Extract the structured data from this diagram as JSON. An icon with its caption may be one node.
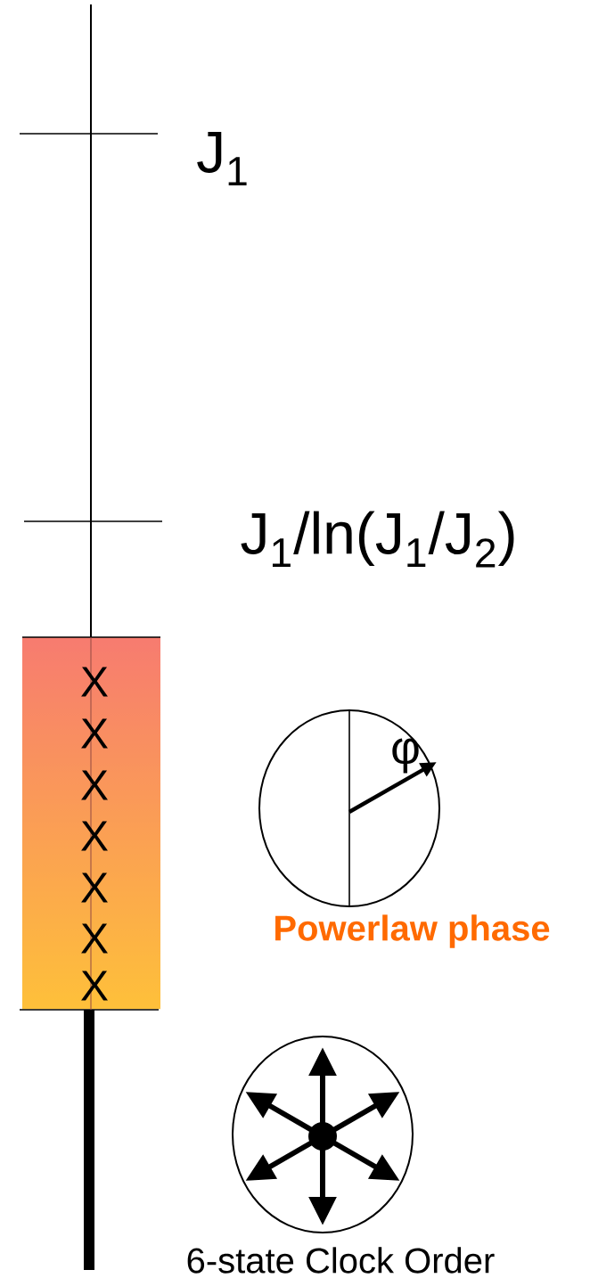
{
  "diagram": {
    "nodes": [
      {
        "text": [
          "X",
          "X",
          "X",
          "X",
          "X",
          "X",
          "X"
        ]
      },
      {
        "text": [
          "φ"
        ],
        "beside": [
          "Powerlaw phase"
        ]
      },
      {
        "text": [],
        "shape": "circle",
        "beside": [
          "6-state Clock Order"
        ]
      }
    ],
    "labels": [
      "J$_{1}$",
      "J$_{1}$/ln(J$_{1}$/J$_{2}$)"
    ]
  }
}
